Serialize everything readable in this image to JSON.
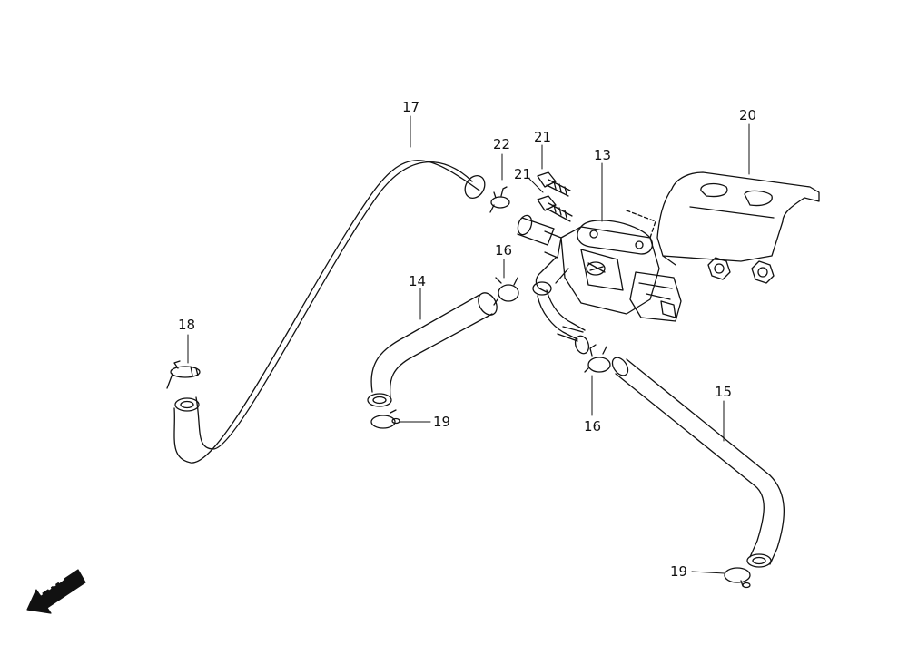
{
  "callouts": {
    "c13": "13",
    "c14": "14",
    "c15": "15",
    "c16a": "16",
    "c16b": "16",
    "c17": "17",
    "c18": "18",
    "c19a": "19",
    "c19b": "19",
    "c20": "20",
    "c21a": "21",
    "c21b": "21",
    "c22": "22"
  },
  "direction": {
    "label": "FWD"
  }
}
